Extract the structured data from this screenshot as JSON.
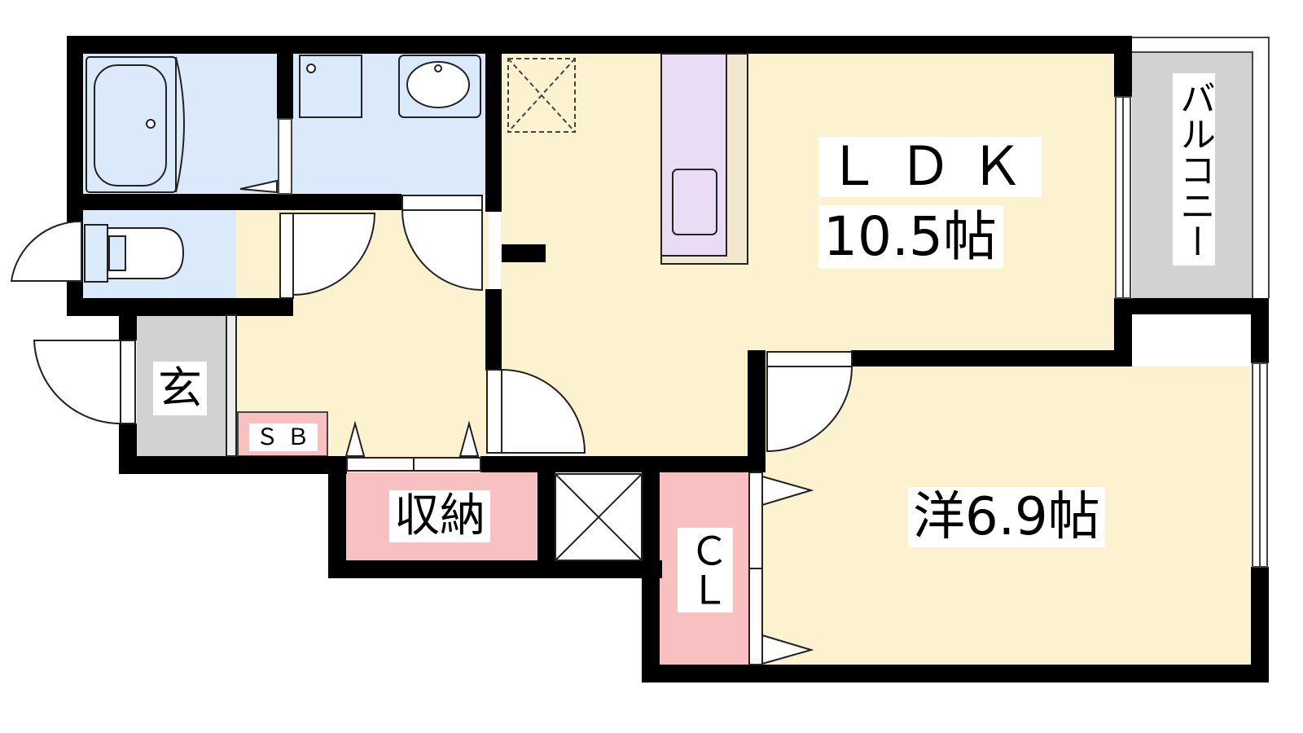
{
  "rooms": {
    "ldk": {
      "name": "ＬＤＫ",
      "size": "10.5帖"
    },
    "western": {
      "label": "洋6.9帖"
    },
    "balcony": {
      "label": "バルコニー"
    },
    "entrance": {
      "label": "玄"
    },
    "shoe_box": {
      "label": "ＳＢ"
    },
    "storage": {
      "label": "収納"
    },
    "closet": {
      "label": "ＣＬ"
    }
  },
  "colors": {
    "wall": "#000000",
    "living_floor": "#fdf2d0",
    "wet_area": "#dbeafb",
    "storage": "#f8c0c0",
    "entrance": "#d2d2d2",
    "balcony": "#d2d2d2",
    "kitchen_counter": "#eadcf5",
    "kitchen_edge": "#f3e7cf"
  }
}
